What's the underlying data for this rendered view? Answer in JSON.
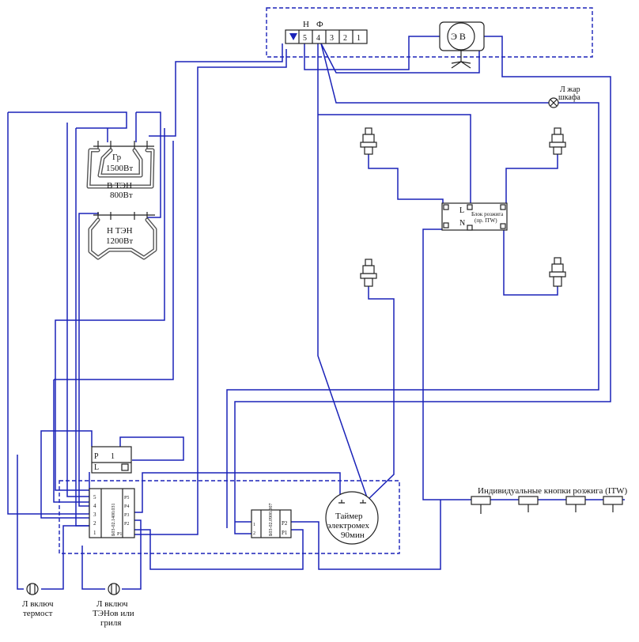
{
  "terminal_block": {
    "neutral_label": "Н",
    "phase_label": "Ф",
    "terminals": [
      "5",
      "4",
      "3",
      "2",
      "1"
    ]
  },
  "fan_motor": {
    "label": "Э В"
  },
  "cabinet_lamp": {
    "label_line1": "Л жар",
    "label_line2": "шкафа"
  },
  "ignition_block": {
    "label_line1": "Блок розжига",
    "label_line2": "(пр. ITW)",
    "pin_l": "L",
    "pin_n": "N"
  },
  "heaters": {
    "grill_label": "Гр",
    "grill_power": "1500Вт",
    "upper_label": "В ТЭН",
    "upper_power": "800Вт",
    "lower_label": "Н ТЭН",
    "lower_power": "1200Вт"
  },
  "thermostat": {
    "terminal_p": "P",
    "terminal_l": "L",
    "terminal_1": "1",
    "code": "Б03-02.1400.031",
    "pins_left": [
      "5",
      "4",
      "3",
      "2",
      "1"
    ],
    "pins_right": [
      "P5",
      "P4",
      "P3",
      "P2",
      "P1"
    ]
  },
  "relay": {
    "code": "Б03-02.0900.007",
    "pin_p2": "P2",
    "pin_p1": "P1",
    "pin_1": "1",
    "pin_2": "2"
  },
  "timer": {
    "label_line1": "Таймер",
    "label_line2": "электромех",
    "label_line3": "90мин"
  },
  "igniter_buttons": {
    "label": "Индивидуальные кнопки розжига (ITW)"
  },
  "lamps": {
    "thermostat_lamp_line1": "Л включ",
    "thermostat_lamp_line2": "термост",
    "heater_lamp_line1": "Л включ",
    "heater_lamp_line2": "ТЭНов или",
    "heater_lamp_line3": "гриля"
  }
}
